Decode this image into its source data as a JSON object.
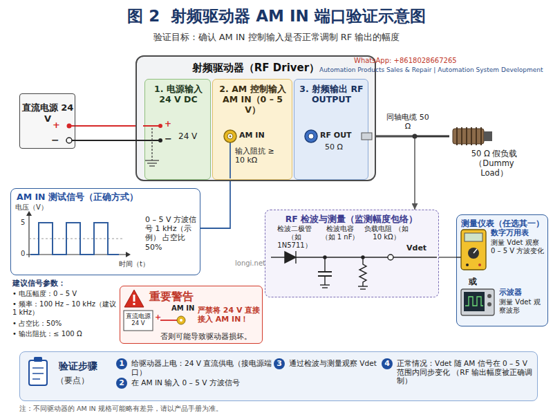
{
  "diagram": {
    "title": "图 2  射频驱动器 AM IN 端口验证示意图",
    "nodes": [
      {
        "text": [
          "直流电源 24 V"
        ]
      },
      {
        "text": [
          "射频驱动器（RF Driver）"
        ]
      },
      {
        "text": [
          "1. 电源输入 24 V DC"
        ],
        "in": 1
      },
      {
        "text": [
          "2. AM 控制输入 AM IN（0 – 5 V）"
        ],
        "in": 1
      },
      {
        "text": [
          "3. 射频输出 RF OUTPUT"
        ],
        "in": 1
      },
      {
        "text": [
          "50 Ω 假负载 （Dummy Load）"
        ]
      },
      {
        "text": [
          "AM IN 测试信号（正确方式）",
          "0 – 5 V 方波信号 1 kHz（示例） 占空比 50%"
        ]
      },
      {
        "text": [
          "RF 检波与测量（监测幅度包络）"
        ]
      },
      {
        "text": [
          "测量仪表（任选其一）"
        ]
      },
      {
        "text": [
          "重要警告",
          "严禁将 24 V 直接接入 AM IN！",
          "否则可能导致驱动器损坏。"
        ]
      },
      {
        "text": [
          "验证步骤",
          "（要点）"
        ]
      }
    ],
    "edges": [
      {
        "from": 0,
        "to": 2,
        "arrow": "none"
      },
      {
        "from": 4,
        "to": 5,
        "arrow": "none"
      },
      {
        "from": 4,
        "to": 7,
        "arrow": "to"
      },
      {
        "from": 6,
        "to": 3,
        "arrow": "none"
      },
      {
        "from": 7,
        "to": 8,
        "arrow": "none"
      }
    ],
    "labels": [
      "验证目标：确认 AM IN 控制输入是否正常调制 RF 输出的幅度",
      "WhatsApp: +8618028667265",
      "Automation Products Sales & Repair | Automation System Development",
      "+",
      "−",
      "+",
      "−",
      "24 V",
      "AM IN",
      "输入阻抗 ≥ 10 kΩ",
      "RF OUT",
      "50 Ω",
      "同轴电缆 50 Ω",
      "电压（V）",
      "5",
      "0",
      "时间（t）",
      "longi.net",
      "建议信号参数：",
      "• 电压幅度：0 – 5 V",
      "• 频率：100 Hz – 10 kHz（建议 1 kHz）",
      "• 占空比：50%",
      "• 输出阻抗：≤ 100 Ω",
      "检波二极管 （如 1N5711）",
      "检波电容 （如 1 nF）",
      "负载电阻 （如 10 kΩ）",
      "Vdet",
      "数字万用表",
      "测量 Vdet 观察 0 – 5 V 方波变化",
      "或",
      "示波器",
      "测量 Vdet 观察波形",
      "直流电源 24 V",
      "+",
      "AM IN",
      "1",
      "给驱动器上电：24 V 直流供电（接电源端口）",
      "2",
      "在 AM IN 输入 0 – 5 V 方波信号",
      "3",
      "通过检波与测量观察 Vdet",
      "4",
      "正常情况：Vdet 随 AM 信号在 0 – 5 V 范围内同步变化 （RF 输出幅度被正确调制）",
      "注：不同驱动器的 AM IN 规格可能略有差异，请以产品手册为准。"
    ]
  }
}
